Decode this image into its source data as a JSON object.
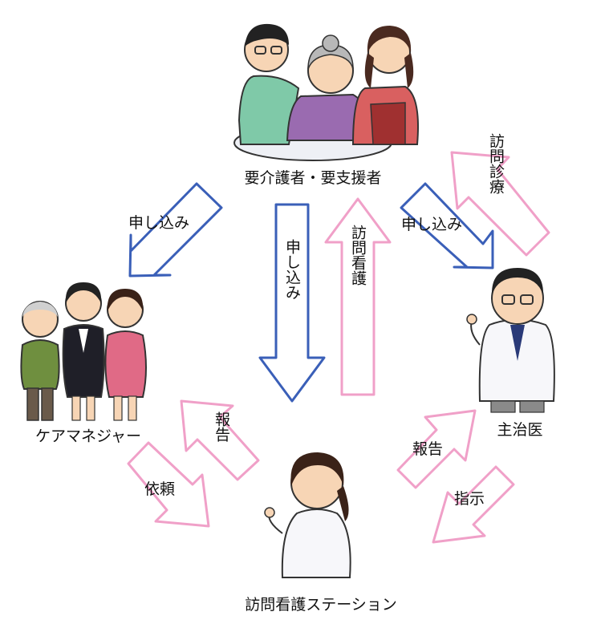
{
  "nodes": {
    "family": {
      "label": "要介護者・要支援者"
    },
    "care_manager": {
      "label": "ケアマネジャー"
    },
    "doctor": {
      "label": "主治医"
    },
    "nurse_station": {
      "label": "訪問看護ステーション"
    }
  },
  "arrows": {
    "family_to_caremanager": {
      "label": "申し込み"
    },
    "family_to_nurse": {
      "label": "申し込み"
    },
    "nurse_to_family": {
      "label": "訪問看護"
    },
    "family_to_doctor": {
      "label": "申し込み"
    },
    "doctor_to_family": {
      "label": "訪問診療"
    },
    "caremanager_to_nurse": {
      "label": "依頼"
    },
    "nurse_to_caremanager": {
      "label": "報告"
    },
    "nurse_to_doctor": {
      "label": "報告"
    },
    "doctor_to_nurse": {
      "label": "指示"
    }
  },
  "colors": {
    "request_arrow": "#3a5fb8",
    "report_arrow": "#f0a0c8"
  }
}
